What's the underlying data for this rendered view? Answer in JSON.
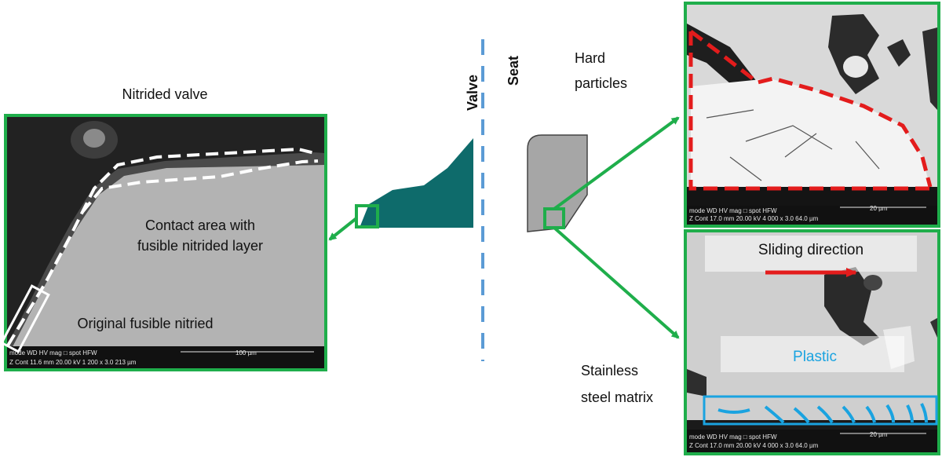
{
  "labels": {
    "nitrided_valve": "Nitrided valve",
    "valve": "Valve",
    "seat": "Seat",
    "hard_particles_line1": "Hard",
    "hard_particles_line2": "particles",
    "stainless_line1": "Stainless",
    "stainless_line2": "steel matrix",
    "contact_area_line1": "Contact area with",
    "contact_area_line2": "fusible nitrided layer",
    "original_layer": "Original fusible nitried",
    "sliding_direction": "Sliding direction",
    "plastic": "Plastic"
  },
  "sem_left": {
    "header": "mode    WD      HV     mag □  spot   HFW",
    "values": "Z Cont  11.6 mm  20.00 kV  1 200 x  3.0  213 µm",
    "scale": "100 µm"
  },
  "sem_top_right": {
    "header": "mode    WD      HV     mag □  spot   HFW",
    "values": "Z Cont  17.0 mm  20.00 kV  4 000 x  3.0  64.0 µm",
    "scale": "20 µm"
  },
  "sem_bottom_right": {
    "header": "mode    WD      HV     mag □  spot   HFW",
    "values": "Z Cont  17.0 mm  20.00 kV  4 000 x  3.0  64.0 µm",
    "scale": "20 µm"
  },
  "colors": {
    "frame_green": "#1fae4b",
    "valve_teal": "#0e6b6b",
    "seat_gray": "#a6a6a6",
    "axis_blue": "#5b9bd5",
    "red_dash": "#e31c1c",
    "blue_box": "#1aa3e0",
    "plastic_text": "#1aa3e0"
  }
}
